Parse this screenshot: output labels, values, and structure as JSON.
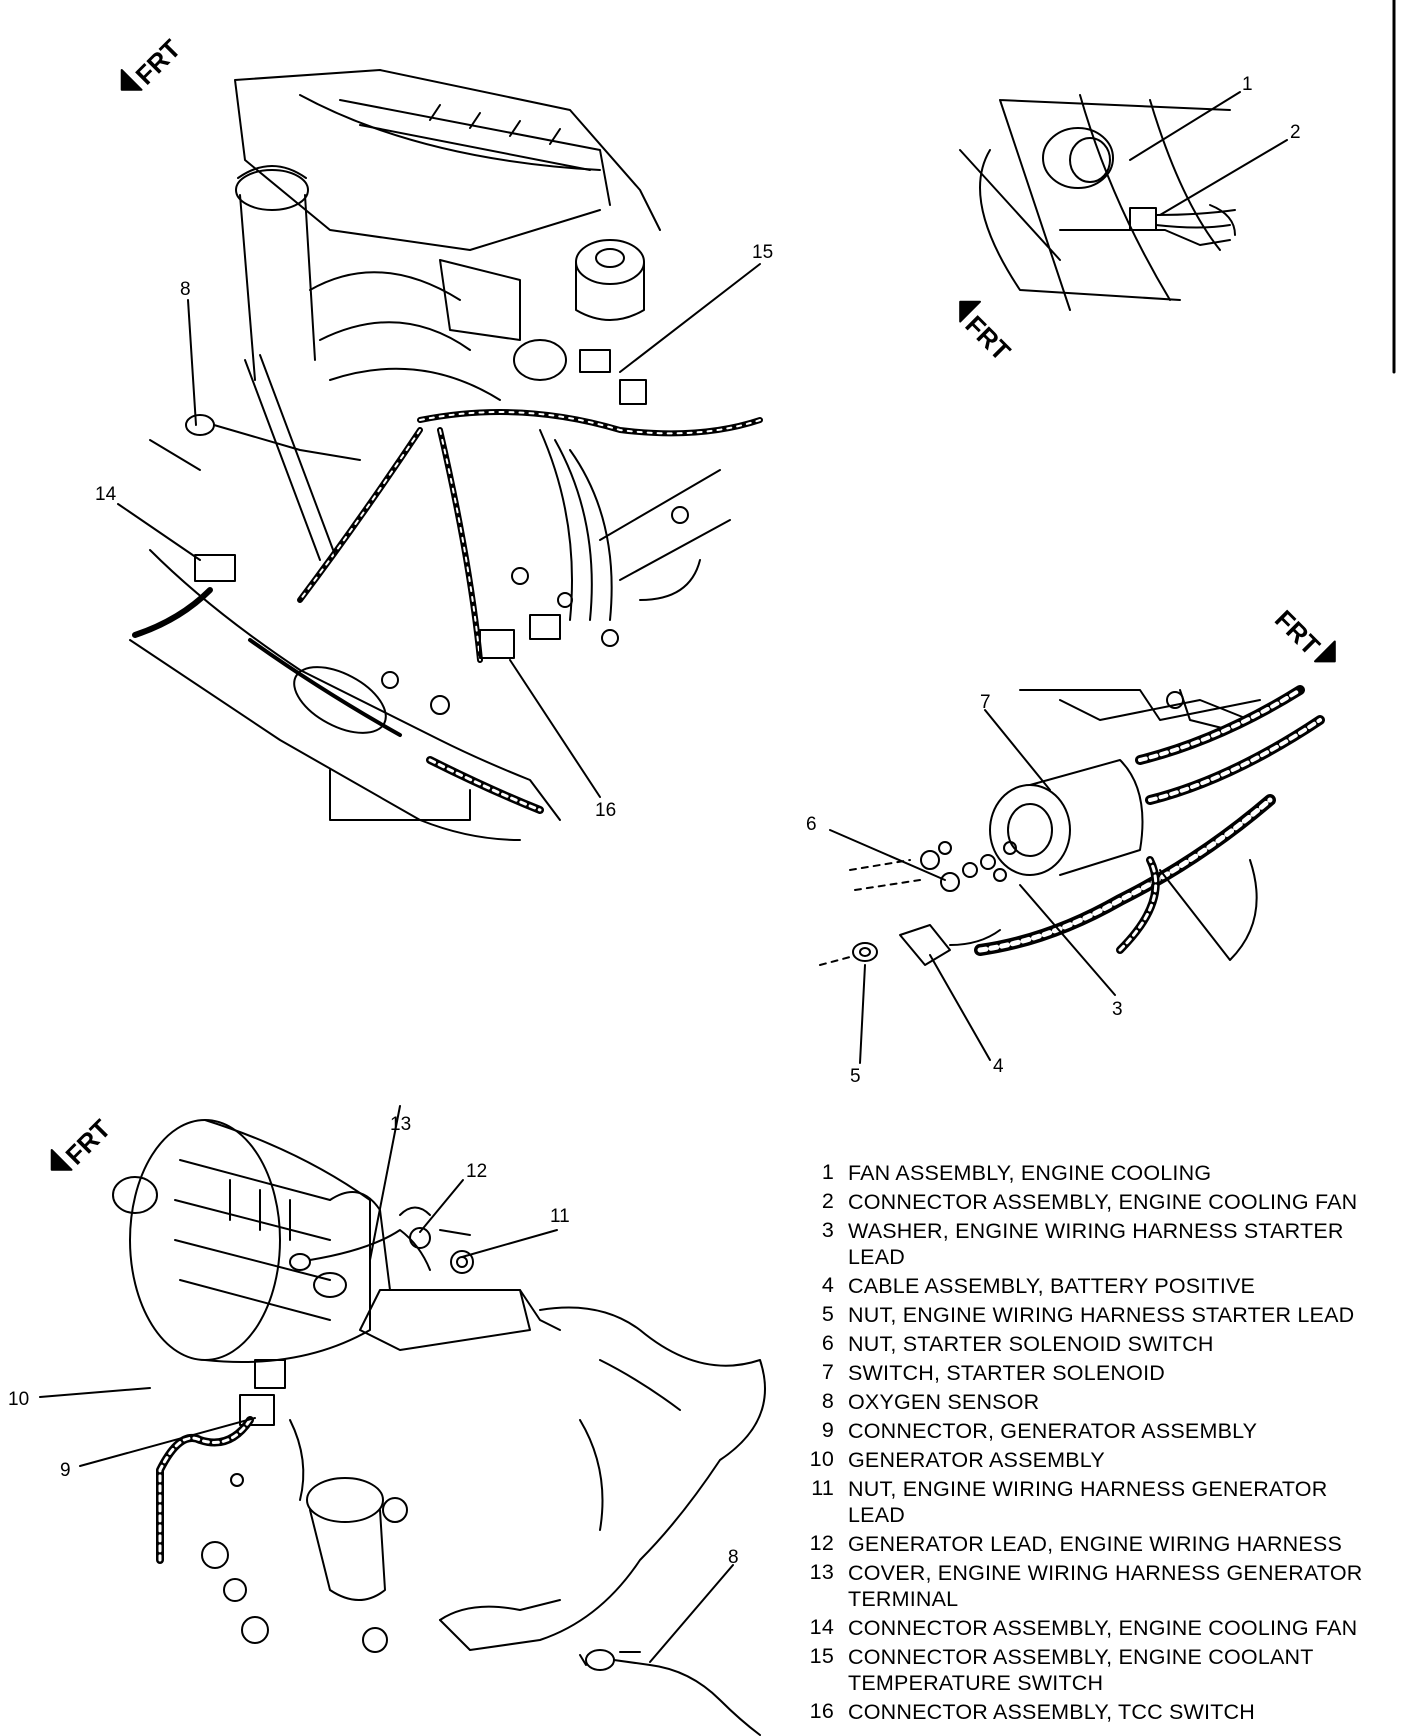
{
  "frt_label": "FRT",
  "callouts": {
    "c1": "1",
    "c2": "2",
    "c3": "3",
    "c4": "4",
    "c5": "5",
    "c6": "6",
    "c7": "7",
    "c8a": "8",
    "c8b": "8",
    "c9": "9",
    "c10": "10",
    "c11": "11",
    "c12": "12",
    "c13": "13",
    "c14": "14",
    "c15": "15",
    "c16": "16"
  },
  "legend": [
    {
      "num": "1",
      "text": "FAN ASSEMBLY, ENGINE COOLING"
    },
    {
      "num": "2",
      "text": "CONNECTOR ASSEMBLY, ENGINE COOLING FAN"
    },
    {
      "num": "3",
      "text": "WASHER, ENGINE WIRING HARNESS STARTER LEAD"
    },
    {
      "num": "4",
      "text": "CABLE ASSEMBLY, BATTERY POSITIVE"
    },
    {
      "num": "5",
      "text": "NUT, ENGINE WIRING HARNESS STARTER LEAD"
    },
    {
      "num": "6",
      "text": "NUT, STARTER SOLENOID SWITCH"
    },
    {
      "num": "7",
      "text": "SWITCH, STARTER SOLENOID"
    },
    {
      "num": "8",
      "text": "OXYGEN SENSOR"
    },
    {
      "num": "9",
      "text": "CONNECTOR, GENERATOR ASSEMBLY"
    },
    {
      "num": "10",
      "text": "GENERATOR ASSEMBLY"
    },
    {
      "num": "11",
      "text": "NUT, ENGINE WIRING HARNESS GENERATOR LEAD"
    },
    {
      "num": "12",
      "text": "GENERATOR LEAD, ENGINE WIRING HARNESS"
    },
    {
      "num": "13",
      "text": "COVER, ENGINE WIRING HARNESS GENERATOR TERMINAL"
    },
    {
      "num": "14",
      "text": "CONNECTOR ASSEMBLY, ENGINE COOLING FAN"
    },
    {
      "num": "15",
      "text": "CONNECTOR ASSEMBLY, ENGINE COOLANT TEMPERATURE SWITCH"
    },
    {
      "num": "16",
      "text": "CONNECTOR ASSEMBLY, TCC SWITCH"
    }
  ]
}
